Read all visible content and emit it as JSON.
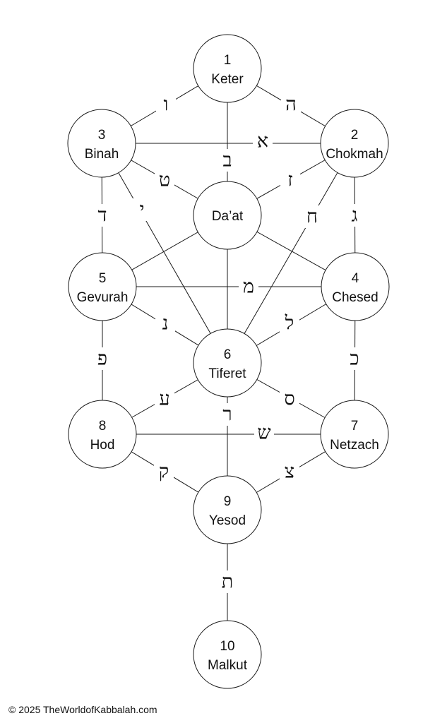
{
  "sefirot": [
    {
      "id": "keter",
      "number": "1",
      "name": "Keter"
    },
    {
      "id": "chokmah",
      "number": "2",
      "name": "Chokmah"
    },
    {
      "id": "binah",
      "number": "3",
      "name": "Binah"
    },
    {
      "id": "daat",
      "number": "",
      "name": "Da’at"
    },
    {
      "id": "chesed",
      "number": "4",
      "name": "Chesed"
    },
    {
      "id": "gevurah",
      "number": "5",
      "name": "Gevurah"
    },
    {
      "id": "tiferet",
      "number": "6",
      "name": "Tiferet"
    },
    {
      "id": "netzach",
      "number": "7",
      "name": "Netzach"
    },
    {
      "id": "hod",
      "number": "8",
      "name": "Hod"
    },
    {
      "id": "yesod",
      "number": "9",
      "name": "Yesod"
    },
    {
      "id": "malkut",
      "number": "10",
      "name": "Malkut"
    }
  ],
  "paths": [
    {
      "from": "keter",
      "to": "chokmah",
      "letter": "ה"
    },
    {
      "from": "keter",
      "to": "binah",
      "letter": "ו"
    },
    {
      "from": "keter",
      "to": "daat",
      "letter": ""
    },
    {
      "from": "binah",
      "to": "chokmah",
      "letter": "א"
    },
    {
      "from": "binah",
      "to": "daat",
      "letter": "ט"
    },
    {
      "from": "chokmah",
      "to": "daat",
      "letter": "ז"
    },
    {
      "from": "binah",
      "to": "gevurah",
      "letter": "ד"
    },
    {
      "from": "binah",
      "to": "tiferet",
      "letter": "י"
    },
    {
      "from": "chokmah",
      "to": "chesed",
      "letter": "ג"
    },
    {
      "from": "chokmah",
      "to": "tiferet",
      "letter": "ח"
    },
    {
      "from": "daat",
      "to": "gevurah",
      "letter": ""
    },
    {
      "from": "daat",
      "to": "chesed",
      "letter": ""
    },
    {
      "from": "daat",
      "to": "tiferet",
      "letter": ""
    },
    {
      "from": "gevurah",
      "to": "chesed",
      "letter": "מ"
    },
    {
      "from": "gevurah",
      "to": "tiferet",
      "letter": "נ"
    },
    {
      "from": "chesed",
      "to": "tiferet",
      "letter": "ל"
    },
    {
      "from": "gevurah",
      "to": "hod",
      "letter": "פ"
    },
    {
      "from": "chesed",
      "to": "netzach",
      "letter": "כ"
    },
    {
      "from": "tiferet",
      "to": "hod",
      "letter": "ע"
    },
    {
      "from": "tiferet",
      "to": "netzach",
      "letter": "ס"
    },
    {
      "from": "tiferet",
      "to": "yesod",
      "letter": "ר"
    },
    {
      "from": "hod",
      "to": "netzach",
      "letter": "ש"
    },
    {
      "from": "hod",
      "to": "yesod",
      "letter": "ק"
    },
    {
      "from": "netzach",
      "to": "yesod",
      "letter": "צ"
    },
    {
      "from": "yesod",
      "to": "malkut",
      "letter": "ת"
    },
    {
      "from": "daat",
      "to": "keter",
      "letter": "ב",
      "marker_only": true
    }
  ],
  "footer": {
    "copyright": "© 2025 TheWorldofKabbalah.com"
  }
}
